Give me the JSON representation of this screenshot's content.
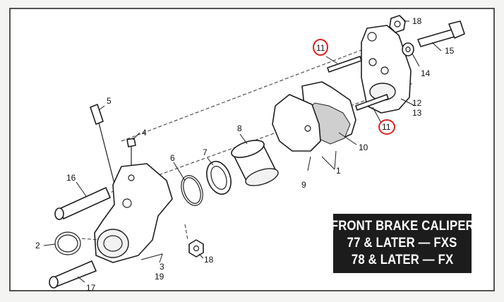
{
  "title_lines": [
    "FRONT BRAKE CALIPER",
    "77 & LATER — FXS",
    "78 & LATER — FX"
  ],
  "callouts": {
    "c1": "1",
    "c2": "2",
    "c3": "3",
    "c4": "4",
    "c5": "5",
    "c6": "6",
    "c7": "7",
    "c8": "8",
    "c9": "9",
    "c10": "10",
    "c11a": "11",
    "c11b": "11",
    "c12": "12",
    "c13": "13",
    "c14": "14",
    "c15": "15",
    "c16": "16",
    "c17": "17",
    "c18a": "18",
    "c18b": "18",
    "c19": "19"
  },
  "highlight_color": "#e02020"
}
